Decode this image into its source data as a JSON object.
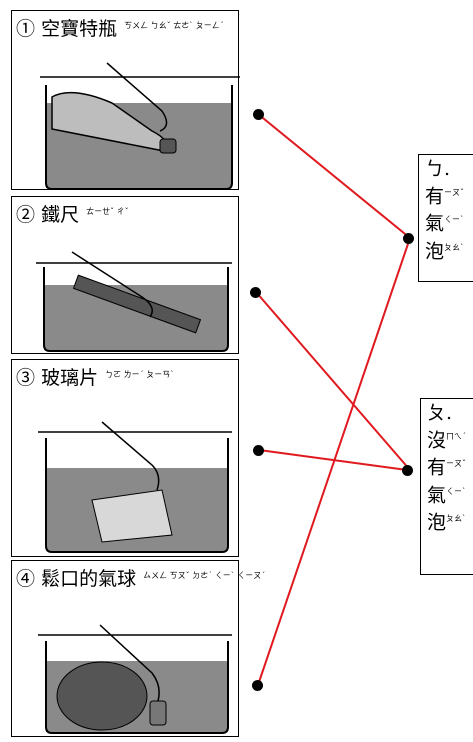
{
  "cards": [
    {
      "number": "①",
      "title": "空寶特瓶",
      "bopomofo": [
        "ㄎㄨㄥ",
        "ㄅㄠˇ",
        "ㄊㄜˋ",
        "ㄆㄧㄥˊ"
      ]
    },
    {
      "number": "②",
      "title": "鐵尺",
      "bopomofo": [
        "ㄊㄧㄝˇ",
        "ㄔˇ"
      ]
    },
    {
      "number": "③",
      "title": "玻璃片",
      "bopomofo": [
        "ㄅㄛ",
        "ㄌㄧˊ",
        "ㄆㄧㄢˋ"
      ]
    },
    {
      "number": "④",
      "title": "鬆口的氣球",
      "bopomofo": [
        "ㄙㄨㄥ",
        "ㄎㄡˇ",
        "ㄉㄜ˙",
        "ㄑㄧˋ",
        "ㄑㄧㄡˊ"
      ]
    }
  ],
  "answers": [
    {
      "label": "ㄅ.",
      "lines": [
        "有",
        "氣",
        "泡"
      ],
      "bopomofo": [
        "ㄧㄡˇ",
        "ㄑㄧˋ",
        "ㄆㄠˋ"
      ]
    },
    {
      "label": "ㄆ.",
      "lines": [
        "沒",
        "有",
        "氣",
        "泡"
      ],
      "bopomofo": [
        "ㄇㄟˊ",
        "ㄧㄡˇ",
        "ㄑㄧˋ",
        "ㄆㄠˋ"
      ]
    }
  ],
  "colors": {
    "line": "#e0191e",
    "water": "#8a8a8a",
    "border": "#000000"
  }
}
